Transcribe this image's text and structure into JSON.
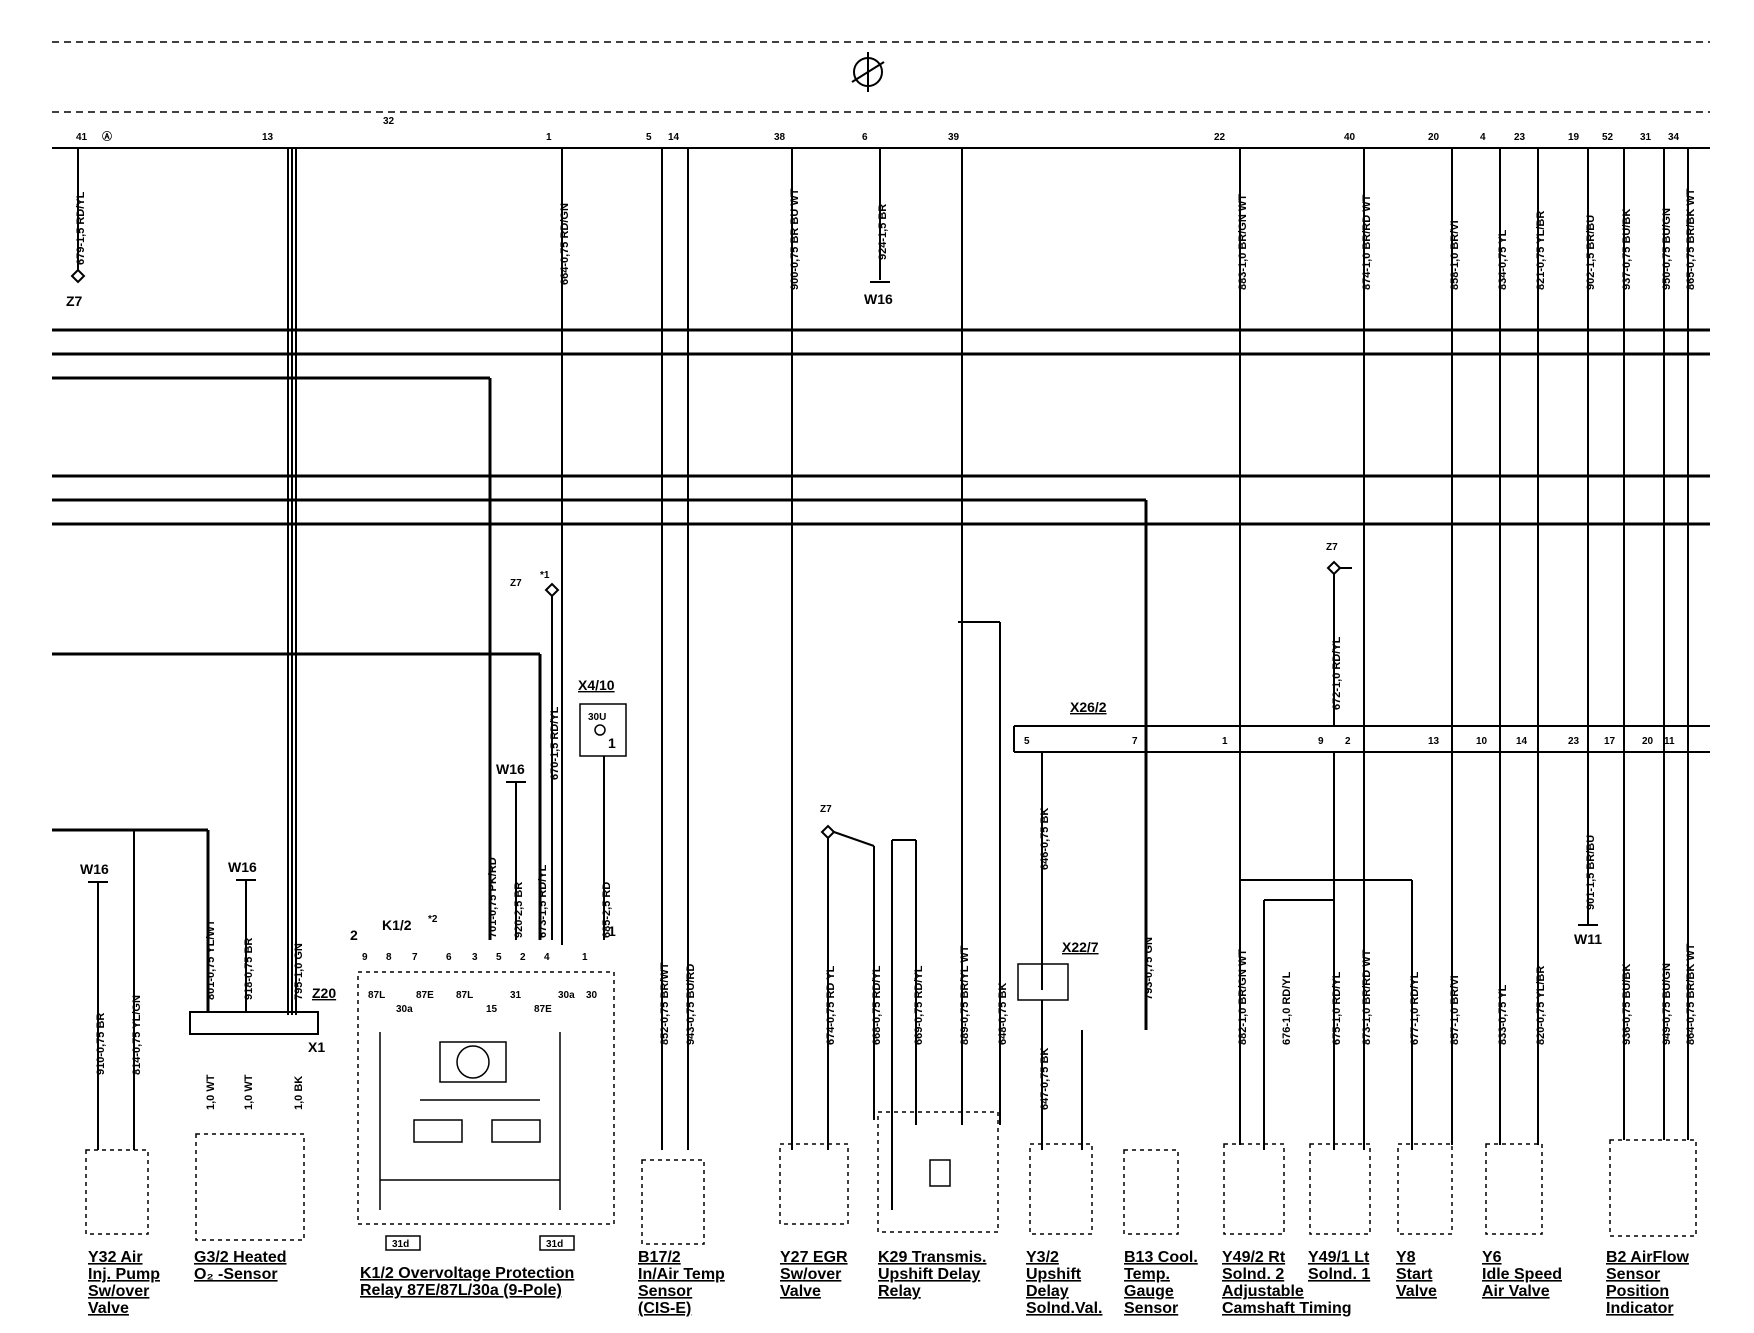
{
  "top_pins": [
    {
      "n": "41",
      "extra": "Ⓐ"
    },
    {
      "n": "13"
    },
    {
      "n": "32"
    },
    {
      "n": "1"
    },
    {
      "n": "5"
    },
    {
      "n": "14"
    },
    {
      "n": "38"
    },
    {
      "n": "6"
    },
    {
      "n": "39"
    },
    {
      "n": "22"
    },
    {
      "n": "40"
    },
    {
      "n": "20"
    },
    {
      "n": "4"
    },
    {
      "n": "23"
    },
    {
      "n": "19"
    },
    {
      "n": "52"
    },
    {
      "n": "31"
    },
    {
      "n": "34"
    }
  ],
  "upper_wires": [
    "679-1,5 RD/YL",
    "664-0,75 RD/GN",
    "900-0,75 BR BU WT",
    "924-1,5 BR",
    "883-1,0 BR/GN WT",
    "874-1,0 BR/RD WT",
    "858-1,0 BR/VI",
    "834-0,75 YL",
    "821-0,75 YL/BR",
    "902-1,5 BR/BU",
    "937-0,75 BU/BK",
    "950-0,75 BU/GN",
    "865-0,75 BR/BK WT"
  ],
  "lower_wires": [
    "910-0,75 BR",
    "814-0,75 YL/GN",
    "801-0,75 YL/WT",
    "918-0,75 BR",
    "795-1,0 GN",
    "1,0 WT",
    "1,0 WT",
    "1,0 BK",
    "701-0,75 PK/RD",
    "920-2,5 BR",
    "673-1,5 RD/YL",
    "670-1,5 RD/YL",
    "685-2,5 RD",
    "852-0,75 BR/WT",
    "943-0,75 BU/RD",
    "674-0,75 RD YL",
    "668-0,75 RD/YL",
    "669-0,75 RD/YL",
    "889-0,75 BR/YL WT",
    "648-0,75 BK",
    "646-0,75 BK",
    "647-0,75 BK",
    "793-0,75 GN",
    "882-1,0 BR/GN WT",
    "676-1,0 RD/YL",
    "672-1,0 RD/YL",
    "675-1,0 RD/YL",
    "873-1,0 BR/RD WT",
    "677-1,0 RD/YL",
    "857-1,0 BR/VI",
    "833-0,75 YL",
    "820-0,75 YL/BR",
    "901-1,5 BR/BU",
    "936-0,75 BU/BK",
    "949-0,75 BU/GN",
    "864-0,75 BR/BK WT"
  ],
  "refs": {
    "z7": "Z7",
    "w16": "W16",
    "w11": "W11",
    "z20": "Z20",
    "x1": "X1",
    "k12": "K1/2",
    "k12_note": "*2",
    "x410": "X4/10",
    "x410_pin": "30U",
    "one": "1",
    "two": "2",
    "star1": "*1",
    "x262": "X26/2",
    "x227": "X22/7"
  },
  "x262_pins": [
    "5",
    "7",
    "1",
    "9",
    "2",
    "13",
    "10",
    "14",
    "23",
    "17",
    "20",
    "11"
  ],
  "k12_pins": [
    "9",
    "8",
    "7",
    "6",
    "3",
    "5",
    "2",
    "4",
    "1"
  ],
  "k12_terms": [
    "87L",
    "30a",
    "87E",
    "87L",
    "15",
    "31",
    "87E",
    "30a",
    "30"
  ],
  "k12_bottom": [
    "31d",
    "31d"
  ],
  "components": [
    {
      "id": "Y32",
      "lines": [
        "Y32 Air",
        "Inj. Pump",
        "Sw/over",
        "Valve"
      ]
    },
    {
      "id": "G3/2",
      "lines": [
        "G3/2 Heated",
        "O₂ -Sensor"
      ]
    },
    {
      "id": "K1/2",
      "lines": [
        "K1/2 Overvoltage Protection",
        "Relay 87E/87L/30a (9-Pole)"
      ]
    },
    {
      "id": "B17/2",
      "lines": [
        "B17/2",
        "In/Air Temp",
        "Sensor",
        "(CIS-E)"
      ]
    },
    {
      "id": "Y27",
      "lines": [
        "Y27 EGR",
        "Sw/over",
        "Valve"
      ]
    },
    {
      "id": "K29",
      "lines": [
        "K29 Transmis.",
        "Upshift Delay",
        "Relay"
      ]
    },
    {
      "id": "Y3/2",
      "lines": [
        "Y3/2",
        "Upshift",
        "Delay",
        "Solnd.Val."
      ]
    },
    {
      "id": "B13",
      "lines": [
        "B13 Cool.",
        "Temp.",
        "Gauge",
        "Sensor"
      ]
    },
    {
      "id": "Y49/2",
      "lines": [
        "Y49/2 Rt",
        "Solnd. 2",
        "Adjustable",
        "Camshaft Timing"
      ]
    },
    {
      "id": "Y49/1",
      "lines": [
        "Y49/1 Lt",
        "Solnd. 1"
      ]
    },
    {
      "id": "Y8",
      "lines": [
        "Y8",
        "Start",
        "Valve"
      ]
    },
    {
      "id": "Y6",
      "lines": [
        "Y6",
        "Idle Speed",
        "Air Valve"
      ]
    },
    {
      "id": "B2",
      "lines": [
        "B2 AirFlow",
        "Sensor",
        "Position",
        "Indicator"
      ]
    }
  ]
}
